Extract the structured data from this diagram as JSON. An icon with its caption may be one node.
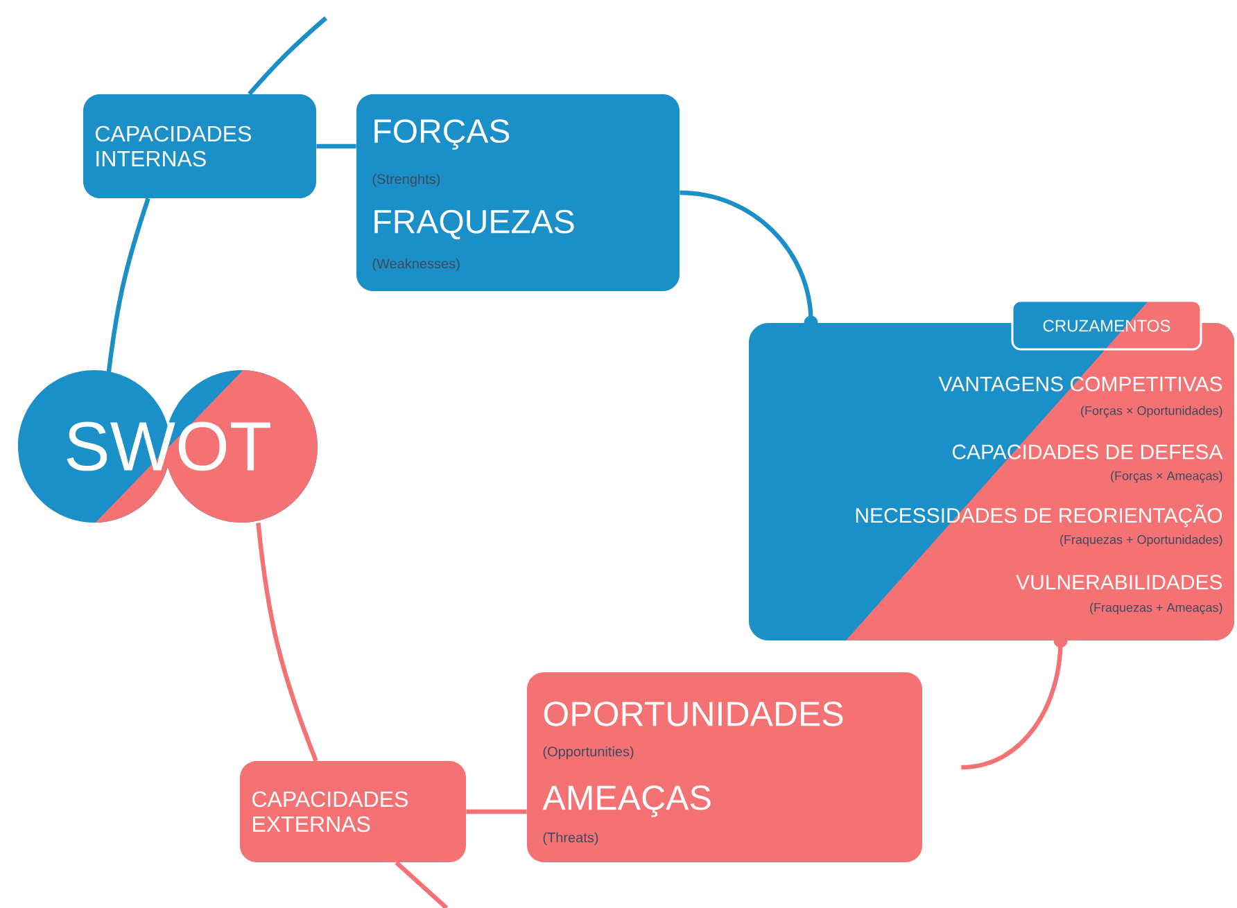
{
  "diagram": {
    "nodes": [
      {
        "text": [
          "SWOT"
        ]
      },
      {
        "text": [
          "CAPACIDADES INTERNAS"
        ]
      },
      {
        "text": [
          "FORÇAS",
          "(Strenghts)",
          "FRAQUEZAS",
          "(Weaknesses)"
        ]
      },
      {
        "text": [
          "CRUZAMENTOS",
          "VANTAGENS COMPETITIVAS",
          "(Forças × Oportunidades)",
          "CAPACIDADES DE DEFESA",
          "(Forças × Ameaças)",
          "NECESSIDADES DE REORIENTAÇÃO",
          "(Fraquezas + Oportunidades)",
          "VULNERABILIDADES",
          "(Fraquezas + Ameaças)"
        ]
      },
      {
        "text": [
          "OPORTUNIDADES",
          "(Opportunities)",
          "AMEAÇAS",
          "(Threats)"
        ]
      },
      {
        "text": [
          "CAPACIDADES EXTERNAS"
        ]
      }
    ],
    "edges": [
      {
        "from": 0,
        "to": 1,
        "arrow": "none",
        "color": "#1b8fc8"
      },
      {
        "from": 1,
        "to": null,
        "arrow": "none",
        "color": "#1b8fc8"
      },
      {
        "from": 1,
        "to": 2,
        "arrow": "none",
        "color": "#1b8fc8"
      },
      {
        "from": 2,
        "to": 3,
        "arrow": "other",
        "color": "#1b8fc8"
      },
      {
        "from": 0,
        "to": 5,
        "arrow": "none",
        "color": "#f47274"
      },
      {
        "from": 5,
        "to": null,
        "arrow": "none",
        "color": "#f47274"
      },
      {
        "from": 5,
        "to": 4,
        "arrow": "none",
        "color": "#f47274"
      },
      {
        "from": 4,
        "to": 3,
        "arrow": "other",
        "color": "#f47274"
      }
    ]
  }
}
